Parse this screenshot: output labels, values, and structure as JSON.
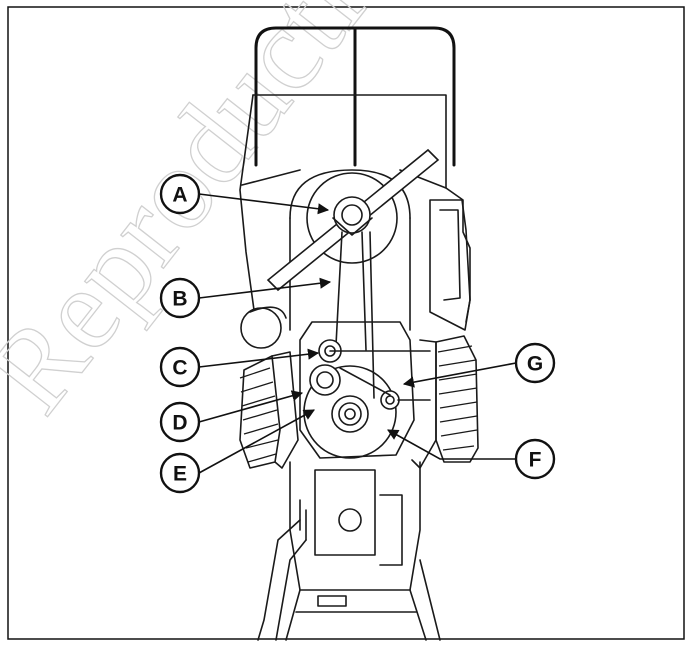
{
  "watermark": {
    "text": "Reproduction"
  },
  "callouts": [
    {
      "id": "A",
      "label": "A"
    },
    {
      "id": "B",
      "label": "B"
    },
    {
      "id": "C",
      "label": "C"
    },
    {
      "id": "D",
      "label": "D"
    },
    {
      "id": "E",
      "label": "E"
    },
    {
      "id": "F",
      "label": "F"
    },
    {
      "id": "G",
      "label": "G"
    }
  ],
  "colors": {
    "line": "#1a1a1a",
    "background": "#ffffff",
    "watermark": "#d0d0d0"
  }
}
